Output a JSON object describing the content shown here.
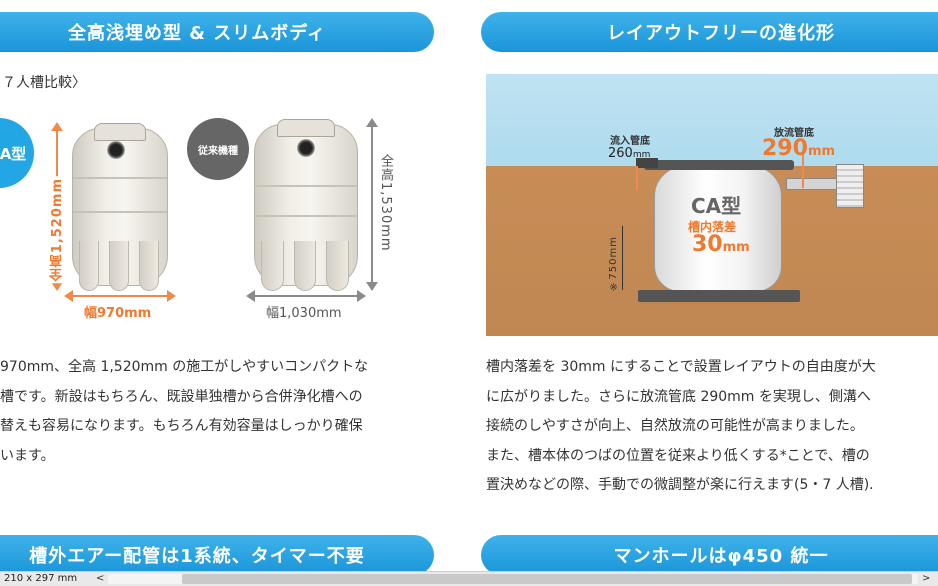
{
  "banners": {
    "top_left": "全高浅埋め型 & スリムボディ",
    "top_right": "レイアウトフリーの進化形",
    "bottom_left": "槽外エアー配管は1系統、タイマー不要",
    "bottom_right": "マンホールはφ450 統一"
  },
  "compare": {
    "note": "７人槽比較〉",
    "ca_badge": "A型",
    "old_badge": "従来機種",
    "ca_height": "全高1,520mm",
    "ca_width": "幅970mm",
    "old_height": "全高1,530mm",
    "old_width": "幅1,030mm"
  },
  "left_paragraph": [
    "970mm、全高 1,520mm の施工がしやすいコンパクトな",
    "槽です。新設はもちろん、既設単独槽から合併浄化槽への",
    "替えも容易になります。もちろん有効容量はしっかり確保",
    "います。"
  ],
  "diagram": {
    "inlet_label": "流入管底",
    "inlet_value": "260",
    "inlet_unit": "mm",
    "outlet_label": "放流管底",
    "outlet_value": "290",
    "outlet_unit": "mm",
    "tank_model": "CA型",
    "drop_label": "槽内落差",
    "drop_value": "30",
    "drop_unit": "mm",
    "side_note": "※750mm"
  },
  "right_paragraph": [
    "槽内落差を 30mm にすることで設置レイアウトの自由度が大",
    "に広がりました。さらに放流管底 290mm を実現し、側溝へ",
    "接続のしやすさが向上、自然放流の可能性が高まりました。",
    "また、槽本体のつばの位置を従来より低くする*ことで、槽の",
    "置決めなどの際、手動での微調整が楽に行えます(5・7 人槽)."
  ],
  "footer": {
    "page_size": "210 x 297 mm",
    "scroll_left": "<",
    "scroll_right": ">"
  },
  "colors": {
    "banner": "#1a95d9",
    "accent_orange": "#ef8a4a",
    "badge_blue": "#23a7e4",
    "badge_gray": "#666666"
  }
}
